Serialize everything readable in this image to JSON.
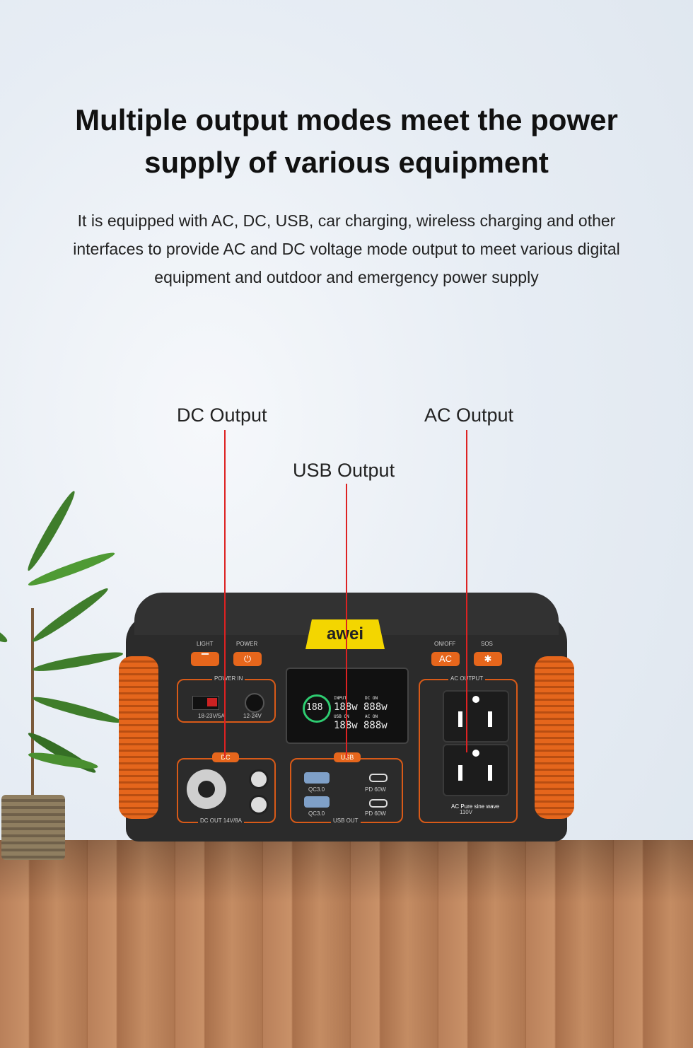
{
  "headline": "Multiple output modes meet the power supply of various equipment",
  "description": "It is equipped with AC, DC, USB, car charging, wireless charging and other interfaces to provide AC and DC voltage mode output to meet various digital equipment and outdoor and emergency power supply",
  "callouts": {
    "dc": "DC Output",
    "usb": "USB Output",
    "ac": "AC Output"
  },
  "device": {
    "brand": "awei",
    "labels": {
      "light": "LIGHT",
      "power": "POWER",
      "onoff": "ON/OFF",
      "sos": "SOS",
      "ac_button": "AC",
      "power_in": "POWER IN",
      "power_in_left": "18-23V/5A",
      "power_in_right": "12-24V",
      "ac_output": "AC OUTPUT",
      "ac_sub": "AC Pure sine wave",
      "ac_volt": "110V",
      "dc_badge": "DC",
      "usb_badge": "USB",
      "dc_out": "DC OUT  14V/8A",
      "usb_out": "USB OUT",
      "qc1": "QC3.0",
      "qc2": "QC3.0",
      "pd1": "PD 60W",
      "pd2": "PD 60W"
    },
    "screen": {
      "percent": "188",
      "input_label": "INPUT",
      "dc_on_label": "DC ON",
      "usb_label": "USB ON",
      "ac_on_label": "AC ON",
      "row1_left": "188w",
      "row1_right": "888w",
      "row2_left": "188w",
      "row2_right": "888w"
    }
  },
  "colors": {
    "accent": "#e6661c",
    "logo": "#f3d600",
    "callout_line": "#dd2222"
  }
}
